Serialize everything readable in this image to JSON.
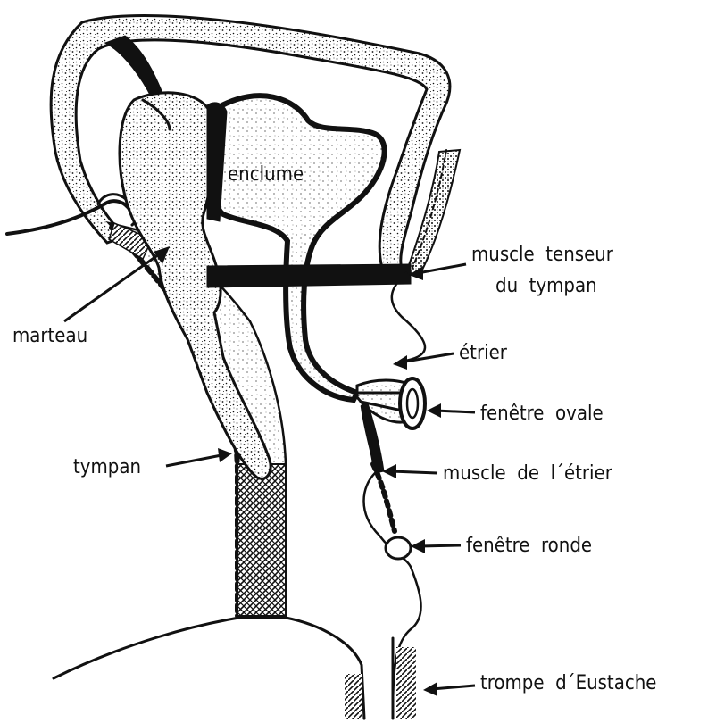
{
  "labels": {
    "enclume": "enclume",
    "muscle_tenseur_line1": "muscle  tenseur",
    "muscle_tenseur_line2": "du  tympan",
    "marteau": "marteau",
    "etrier": "étrier",
    "fenetre_ovale": "fenêtre  ovale",
    "tympan": "tympan",
    "muscle_etrier": "muscle  de  l´étrier",
    "fenetre_ronde": "fenêtre  ronde",
    "trompe_eustache": "trompe  d´Eustache"
  },
  "colors": {
    "ink": "#111111",
    "background": "#ffffff"
  }
}
